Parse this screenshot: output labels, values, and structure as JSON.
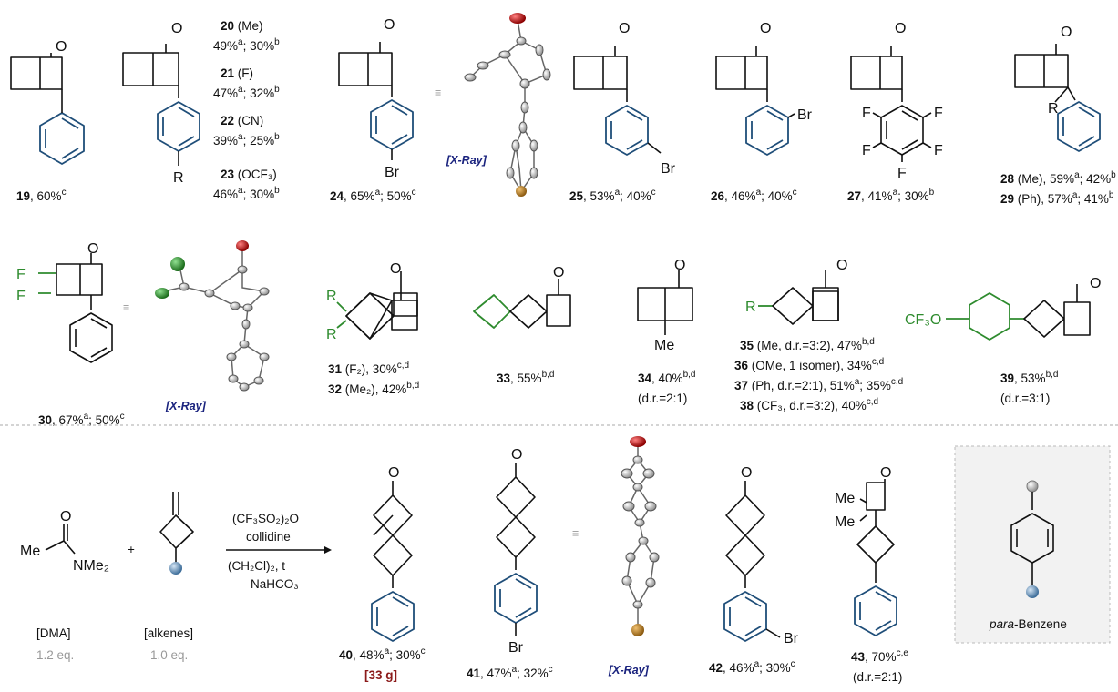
{
  "colors": {
    "scaffold": "#1f4e79",
    "substituent": "#2e8b2e",
    "xray_label": "#1a237e",
    "scale": "#8b1a1a",
    "muted": "#999999"
  },
  "equiv_sign": "≡",
  "xray_label": "[X-Ray]",
  "atoms": {
    "O": "O",
    "Br": "Br",
    "F": "F",
    "R": "R",
    "Me": "Me",
    "CF3O": "CF₃O"
  },
  "row1": {
    "c19": {
      "num": "19",
      "yield": ", 60%",
      "sup": "c"
    },
    "c20_23": [
      {
        "num": "20",
        "sub": " (Me)",
        "yield_a": "49%",
        "sup_a": "a",
        "yield_b": "; 30%",
        "sup_b": "b"
      },
      {
        "num": "21",
        "sub": " (F)",
        "yield_a": "47%",
        "sup_a": "a",
        "yield_b": "; 32%",
        "sup_b": "b"
      },
      {
        "num": "22",
        "sub": " (CN)",
        "yield_a": "39%",
        "sup_a": "a",
        "yield_b": "; 25%",
        "sup_b": "b"
      },
      {
        "num": "23",
        "sub": " (OCF₃)",
        "yield_a": "46%",
        "sup_a": "a",
        "yield_b": "; 30%",
        "sup_b": "b"
      }
    ],
    "c24": {
      "num": "24",
      "ya": ", 65%",
      "sa": "a",
      "yb": "; 50%",
      "sb": "c"
    },
    "c25": {
      "num": "25",
      "ya": ", 53%",
      "sa": "a",
      "yb": "; 40%",
      "sb": "c"
    },
    "c26": {
      "num": "26",
      "ya": ", 46%",
      "sa": "a",
      "yb": "; 40%",
      "sb": "c"
    },
    "c27": {
      "num": "27",
      "ya": ", 41%",
      "sa": "a",
      "yb": "; 30%",
      "sb": "b"
    },
    "c28": {
      "num": "28",
      "sub": " (Me), 59%",
      "sa": "a",
      "yb": "; 42%",
      "sb": "b"
    },
    "c29": {
      "num": "29",
      "sub": " (Ph), 57%",
      "sa": "a",
      "yb": "; 41%",
      "sb": "b"
    }
  },
  "row2": {
    "c30": {
      "num": "30",
      "ya": ", 67%",
      "sa": "a",
      "yb": "; 50%",
      "sb": "c"
    },
    "c31": {
      "num": "31",
      "sub": " (F₂), 30%",
      "sup": "c,d"
    },
    "c32": {
      "num": "32",
      "sub": " (Me₂), 42%",
      "sup": "b,d"
    },
    "c33": {
      "num": "33",
      "sub": ", 55%",
      "sup": "b,d"
    },
    "c34": {
      "num": "34",
      "sub": ", 40%",
      "sup": "b,d",
      "dr": "(d.r.=2:1)"
    },
    "c35": {
      "num": "35",
      "sub": " (Me, d.r.=3:2), 47%",
      "sup": "b,d"
    },
    "c36": {
      "num": "36",
      "sub": " (OMe, 1 isomer), 34%",
      "sup": "c,d"
    },
    "c37": {
      "num": "37",
      "sub": " (Ph, d.r.=2:1), 51%",
      "sa": "a",
      "yb": "; 35%",
      "sb": "c,d"
    },
    "c38": {
      "num": "38",
      "sub": " (CF₃, d.r.=3:2), 40%",
      "sup": "c,d"
    },
    "c39": {
      "num": "39",
      "sub": ", 53%",
      "sup": "b,d",
      "dr": "(d.r.=3:1)"
    }
  },
  "row3": {
    "dma": {
      "label": "[DMA]",
      "eq": "1.2 eq.",
      "atom_me": "Me",
      "atom_n": "NMe₂"
    },
    "plus": "+",
    "alkene": {
      "label": "[alkenes]",
      "eq": "1.0 eq."
    },
    "reagents": {
      "top1": "(CF₃SO₂)₂O",
      "top2": "collidine",
      "bot1": "(CH₂Cl)₂, t",
      "bot2": "NaHCO₃"
    },
    "c40": {
      "num": "40",
      "ya": ", 48%",
      "sa": "a",
      "yb": "; 30%",
      "sb": "c",
      "scale": "[33 g]"
    },
    "c41": {
      "num": "41",
      "ya": ", 47%",
      "sa": "a",
      "yb": "; 32%",
      "sb": "c"
    },
    "c42": {
      "num": "42",
      "ya": ", 46%",
      "sa": "a",
      "yb": "; 30%",
      "sb": "c"
    },
    "c43": {
      "num": "43",
      "ya": ", 70%",
      "sa": "c,e",
      "dr": "(d.r.=2:1)"
    },
    "para": {
      "italic": "para",
      "rest": "-Benzene"
    }
  }
}
